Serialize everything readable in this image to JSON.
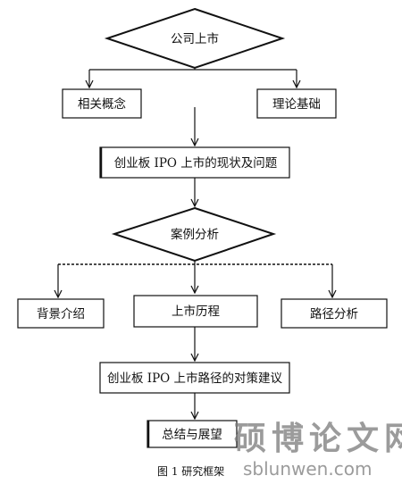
{
  "nodes": {
    "ipo": "公司上市",
    "concepts": "相关概念",
    "theory": "理论基础",
    "status": "创业板 IPO 上市的现状及问题",
    "case": "案例分析",
    "background": "背景介绍",
    "history": "上市历程",
    "path": "路径分析",
    "suggestions": "创业板 IPO 上市路径的对策建议",
    "summary": "总结与展望"
  },
  "caption": "图 1   研究框架",
  "watermark": {
    "text": "硕博论文网",
    "url": "sblunwen.com",
    "color": "#7a7a7a"
  }
}
